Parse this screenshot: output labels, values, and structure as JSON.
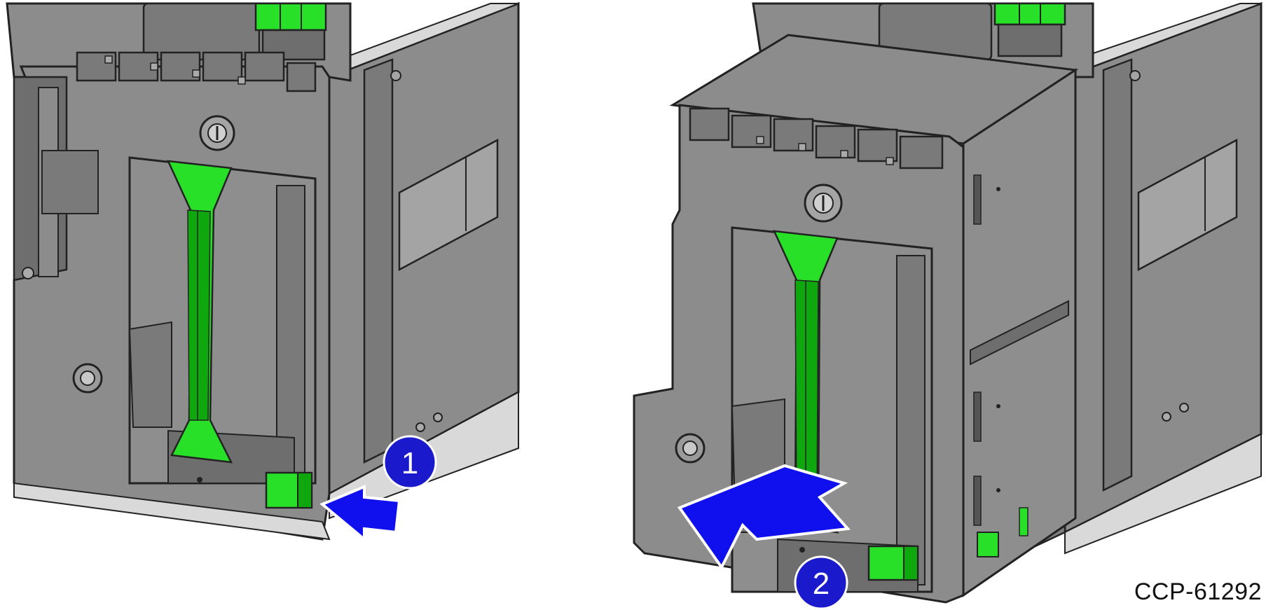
{
  "figure": {
    "id_label": "CCP-61292",
    "colors": {
      "body": "#8c8c8c",
      "body_dark": "#6e6e6e",
      "body_light": "#a4a4a4",
      "light_gray": "#d9d9d9",
      "outline": "#222222",
      "green": "#28e028",
      "green_dark": "#0ea80e",
      "arrow_blue": "#1010ee",
      "callout_blue": "#1a1acc"
    },
    "steps": [
      {
        "number": "1",
        "arrow_icon": "push-arrow-icon"
      },
      {
        "number": "2",
        "arrow_icon": "pull-arrow-icon"
      }
    ]
  }
}
